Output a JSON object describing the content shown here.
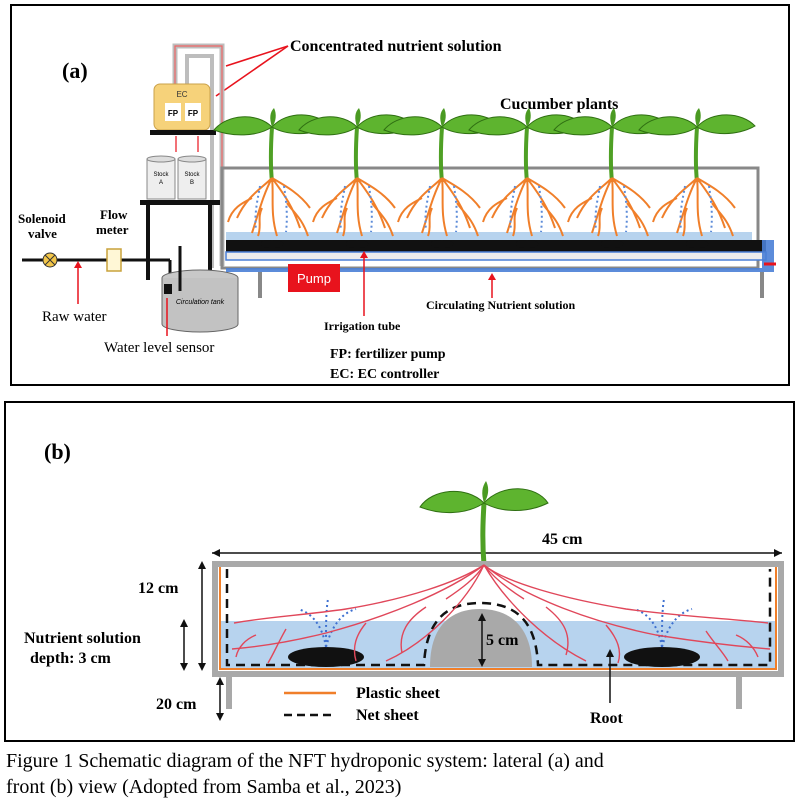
{
  "panel_a": {
    "label": "(a)",
    "concentrated": "Concentrated nutrient solution",
    "cucumber": "Cucumber plants",
    "ec": "EC",
    "fp1": "FP",
    "fp2": "FP",
    "stock_a": "Stock\nA",
    "stock_a_l1": "Stock",
    "stock_a_l2": "A",
    "stock_b_l1": "Stock",
    "stock_b_l2": "B",
    "solenoid_l1": "Solenoid",
    "solenoid_l2": "valve",
    "flow_l1": "Flow",
    "flow_l2": "meter",
    "raw_water": "Raw water",
    "circulation_tank": "Circulation tank",
    "water_level_sensor": "Water level sensor",
    "pump": "Pump",
    "irrigation_tube": "Irrigation tube",
    "circulating_prefix": "Circulating ",
    "circulating_bold": "Nutrient solution",
    "legend_fp": "FP: fertilizer pump",
    "legend_ec": "EC: EC controller"
  },
  "panel_b": {
    "label": "(b)",
    "width": "45 cm",
    "height": "12 cm",
    "depth_l1": "Nutrient solution",
    "depth_l2": "depth: 3 cm",
    "mound": "5 cm",
    "legs": "20 cm",
    "plastic": "Plastic sheet",
    "net": "Net sheet",
    "root": "Root"
  },
  "caption": {
    "line1": "Figure 1 Schematic diagram of the NFT hydroponic system: lateral (a) and",
    "line2": "front (b) view (Adopted from Samba et al., 2023)"
  },
  "colors": {
    "root": "#f07f2a",
    "root_b": "#e0475a",
    "water": "#b7d3ee",
    "pump": "#e8131d",
    "tube": "#4a7fd6",
    "leaf": "#4fa025",
    "ec_box": "#f6d27a"
  }
}
